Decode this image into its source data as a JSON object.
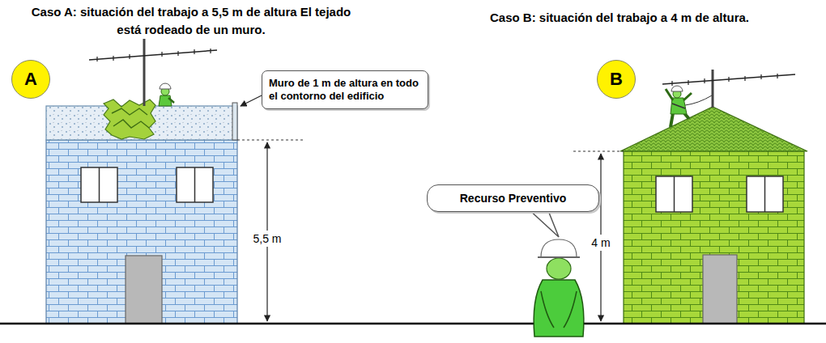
{
  "diagram": {
    "nodes": [
      {
        "text": [
          "A"
        ]
      },
      {
        "text": [
          "Muro de 1 m de altura en todo el contorno del edificio"
        ]
      },
      {
        "text": [
          "B"
        ]
      },
      {
        "text": [
          "Recurso Preventivo"
        ]
      }
    ],
    "labels": [
      "Caso A: situación del trabajo a 5,5 m de altura El tejado está rodeado de un muro.",
      "Caso B: situación del trabajo a 4 m de altura.",
      "5,5 m",
      "4 m"
    ]
  }
}
